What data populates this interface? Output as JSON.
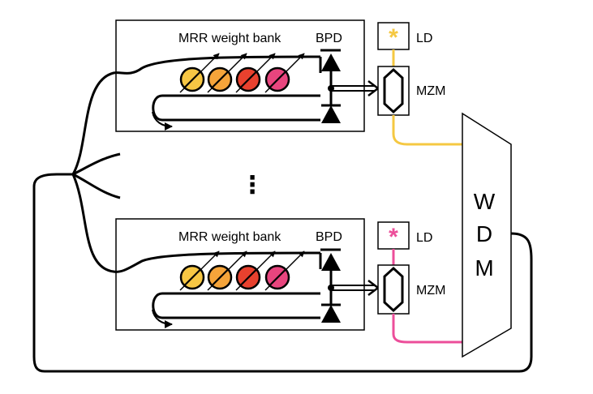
{
  "labels": {
    "mrr_bank_top": "MRR weight bank",
    "mrr_bank_bottom": "MRR weight bank",
    "bpd_top": "BPD",
    "bpd_bottom": "BPD",
    "ld_top": "LD",
    "ld_bottom": "LD",
    "mzm_top": "MZM",
    "mzm_bottom": "MZM",
    "wdm_w": "W",
    "wdm_d": "D",
    "wdm_m": "M",
    "ellipsis": "⋮",
    "ld_top_symbol": "*",
    "ld_bottom_symbol": "*"
  },
  "colors": {
    "line": "#000000",
    "ring_1": "#F7C744",
    "ring_2": "#F5A43A",
    "ring_3": "#E8412E",
    "ring_4": "#E8457E",
    "laser_top": "#F5C842",
    "laser_bottom": "#EC4E9A"
  }
}
